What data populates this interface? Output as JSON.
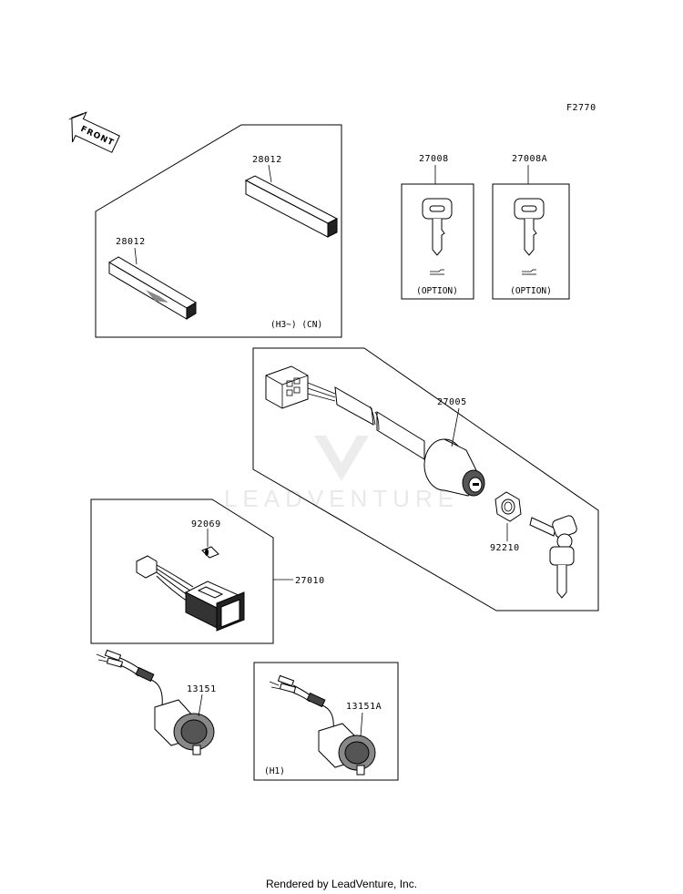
{
  "diagram_code": "F2770",
  "front_label": "FRONT",
  "watermark": "LEADVENTURE",
  "footer_text": "Rendered by LeadVenture, Inc.",
  "parts": {
    "reflector_top": "28012",
    "reflector_bottom": "28012",
    "reflector_note": "(H3~) (CN)",
    "key_blank": "27008",
    "key_blank_note": "(OPTION)",
    "key_blank_a": "27008A",
    "key_blank_a_note": "(OPTION)",
    "ignition_switch": "27005",
    "nut": "92210",
    "bulb": "92069",
    "switch_assy": "27010",
    "socket": "13151",
    "socket_a": "13151A",
    "socket_a_note": "(H1)"
  }
}
